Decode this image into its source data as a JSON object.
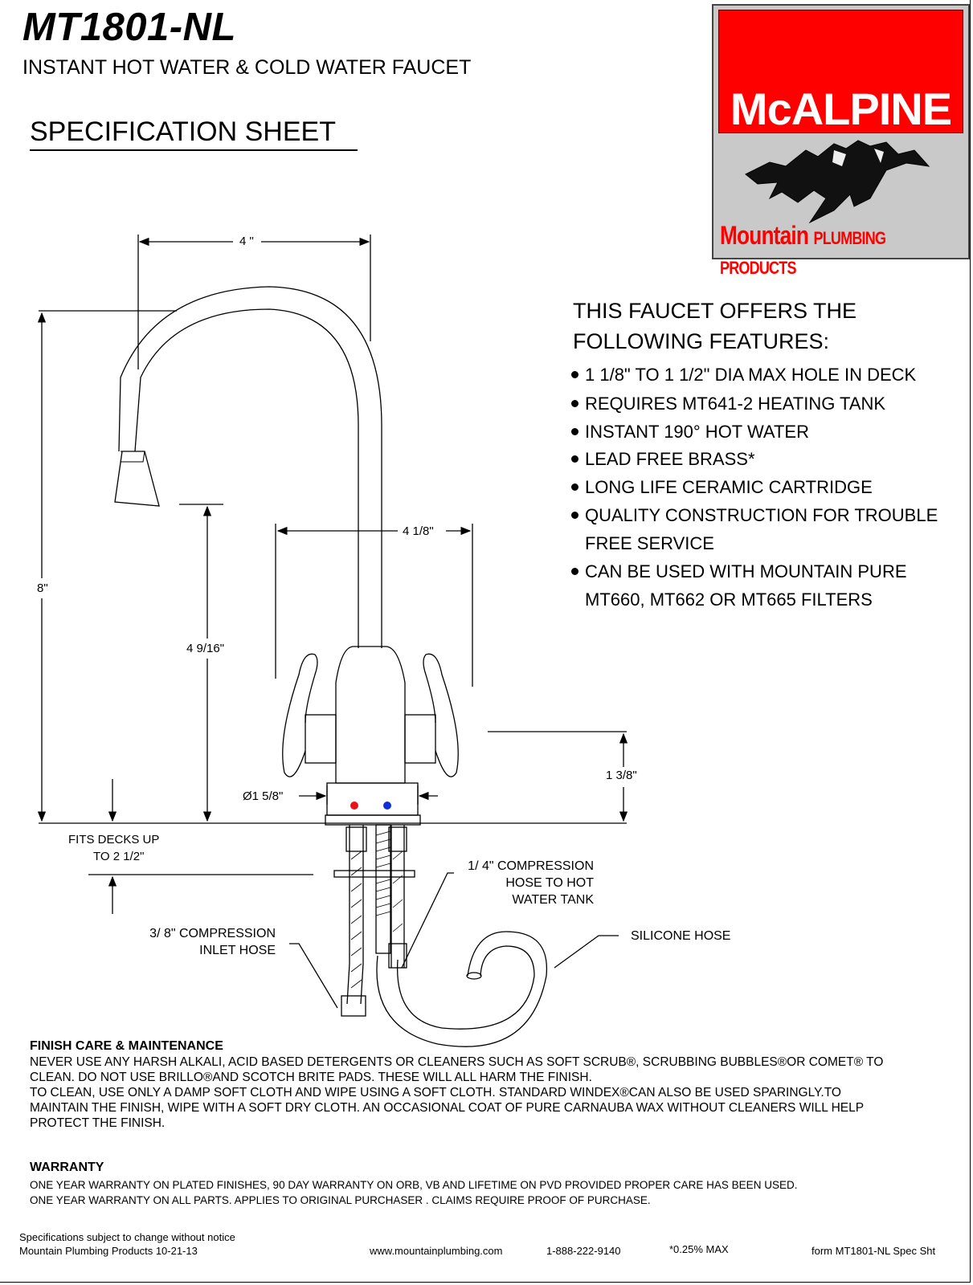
{
  "header": {
    "model": "MT1801-NL",
    "subtitle": "INSTANT HOT WATER & COLD WATER FAUCET",
    "sheet_title": "SPECIFICATION SHEET"
  },
  "logo": {
    "brand": "McALPINE",
    "tagline_main": "Mountain",
    "tagline_rest": "PLUMBING PRODUCTS",
    "colors": {
      "red": "#fe0000",
      "gray": "#c9c9c9"
    }
  },
  "features": {
    "title": "THIS FAUCET OFFERS THE FOLLOWING FEATURES:",
    "items": [
      "1 1/8\" TO 1 1/2\" DIA MAX HOLE IN DECK",
      "REQUIRES MT641-2 HEATING TANK",
      "INSTANT 190° HOT WATER",
      "LEAD FREE BRASS*",
      "LONG LIFE CERAMIC CARTRIDGE",
      "QUALITY CONSTRUCTION FOR TROUBLE",
      "FREE SERVICE",
      "CAN BE USED WITH MOUNTAIN PURE",
      "MT660, MT662 OR MT665 FILTERS"
    ]
  },
  "dimensions": {
    "spout_reach": "4 \"",
    "total_height": "8\"",
    "spout_height": "4 9/16\"",
    "handle_span": "4 1/8\"",
    "base_height": "1 3/8\"",
    "base_dia": "Ø1 5/8\"",
    "deck_line1": "FITS DECKS UP",
    "deck_line2": "TO 2 1/2\""
  },
  "callouts": {
    "hot_hose": [
      "1/ 4\" COMPRESSION",
      "HOSE TO HOT",
      "WATER TANK"
    ],
    "inlet_hose": [
      "3/ 8\" COMPRESSION",
      "INLET HOSE"
    ],
    "silicone": "SILICONE HOSE"
  },
  "finish_care": {
    "heading": "FINISH CARE & MAINTENANCE",
    "lines": [
      "NEVER USE ANY HARSH ALKALI, ACID BASED DETERGENTS OR CLEANERS SUCH AS SOFT SCRUB®, SCRUBBING BUBBLES®OR COMET® TO",
      "CLEAN. DO NOT USE BRILLO®AND SCOTCH BRITE   PADS. THESE WILL ALL HARM THE FINISH.",
      " TO CLEAN, USE ONLY A DAMP SOFT CLOTH AND WIPE USING A SOFT CLOTH. STANDARD WINDEX®CAN ALSO BE USED SPARINGLY.TO",
      "MAINTAIN THE FINISH, WIPE WITH A SOFT DRY CLOTH. AN OCCASIONAL COAT OF PURE CARNAUBA WAX WITHOUT CLEANERS WILL HELP",
      "PROTECT THE FINISH."
    ]
  },
  "warranty": {
    "heading": "WARRANTY",
    "lines": [
      "ONE YEAR WARRANTY ON PLATED FINISHES, 90 DAY WARRANTY ON ORB, VB AND LIFETIME ON PVD PROVIDED PROPER CARE HAS BEEN USED.",
      "ONE YEAR WARRANTY ON ALL PARTS.  APPLIES TO ORIGINAL PURCHASER . CLAIMS REQUIRE PROOF OF PURCHASE."
    ]
  },
  "footer": {
    "notice": "Specifications subject to change without notice",
    "company_date": "Mountain Plumbing Products 10-21-13",
    "website": "www.mountainplumbing.com",
    "phone": "1-888-222-9140",
    "lead_note": "*0.25% MAX",
    "form": "form MT1801-NL Spec Sht"
  }
}
